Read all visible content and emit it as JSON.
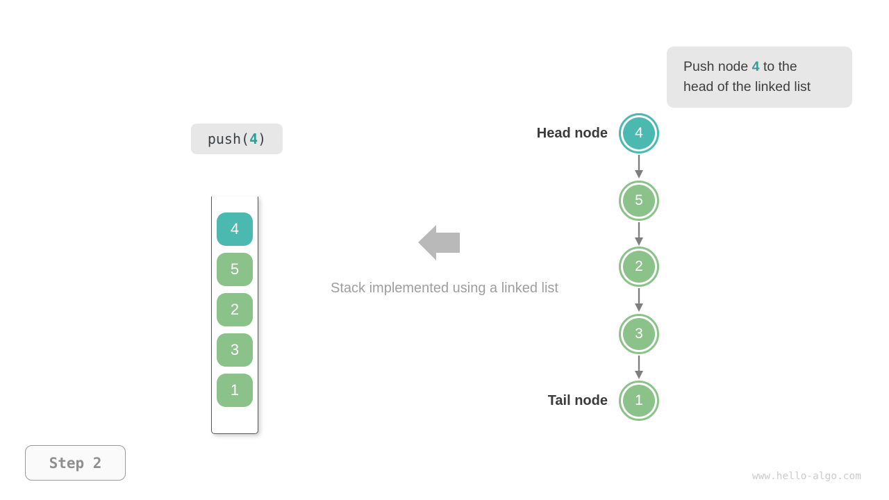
{
  "colors": {
    "teal_shape": "#4cb9b0",
    "teal_text": "#2f9e96",
    "green_shape": "#8ac28a",
    "big_arrow_gray": "#b9b9b9",
    "connector_gray": "#7f7f7f",
    "callout_bg": "#e7e7e7",
    "caption_gray": "#9e9e9e"
  },
  "callout": {
    "line1_prefix": "Push node ",
    "line1_highlight": "4",
    "line1_suffix": " to the",
    "line2": "head of the linked list"
  },
  "operation": {
    "fn_open": "push(",
    "arg": "4",
    "fn_close": ")"
  },
  "stack": {
    "items": [
      {
        "value": "4",
        "variant": "teal"
      },
      {
        "value": "5",
        "variant": "green"
      },
      {
        "value": "2",
        "variant": "green"
      },
      {
        "value": "3",
        "variant": "green"
      },
      {
        "value": "1",
        "variant": "green"
      }
    ]
  },
  "caption": "Stack implemented using a linked list",
  "linked_list": {
    "head_label": "Head node",
    "tail_label": "Tail node",
    "nodes": [
      {
        "value": "4",
        "variant": "teal"
      },
      {
        "value": "5",
        "variant": "green"
      },
      {
        "value": "2",
        "variant": "green"
      },
      {
        "value": "3",
        "variant": "green"
      },
      {
        "value": "1",
        "variant": "green"
      }
    ]
  },
  "step_label": "Step 2",
  "watermark": "www.hello-algo.com"
}
